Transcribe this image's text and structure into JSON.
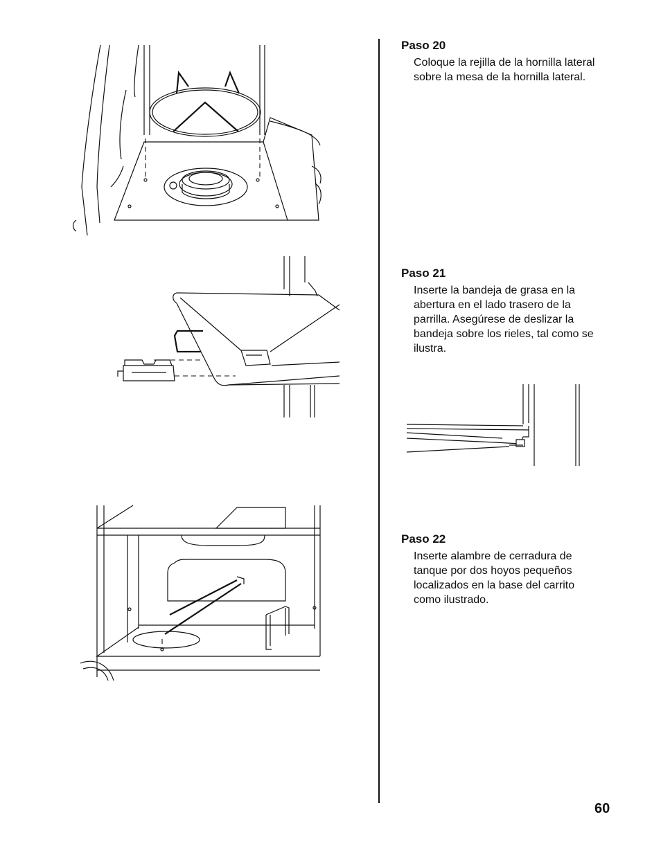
{
  "steps": [
    {
      "title": "Paso 20",
      "text": "Coloque la rejilla de la hornilla lateral sobre la mesa de la hornilla lateral."
    },
    {
      "title": "Paso 21",
      "text": "Inserte la bandeja de grasa en la abertura en el lado trasero de la parrilla. Asegúrese de deslizar la bandeja sobre los rieles, tal como se ilustra."
    },
    {
      "title": "Paso 22",
      "text": "Inserte alambre de cerradura de tanque por dos hoyos pequeños localizados en la base del carrito como ilustrado."
    }
  ],
  "page_number": "60"
}
